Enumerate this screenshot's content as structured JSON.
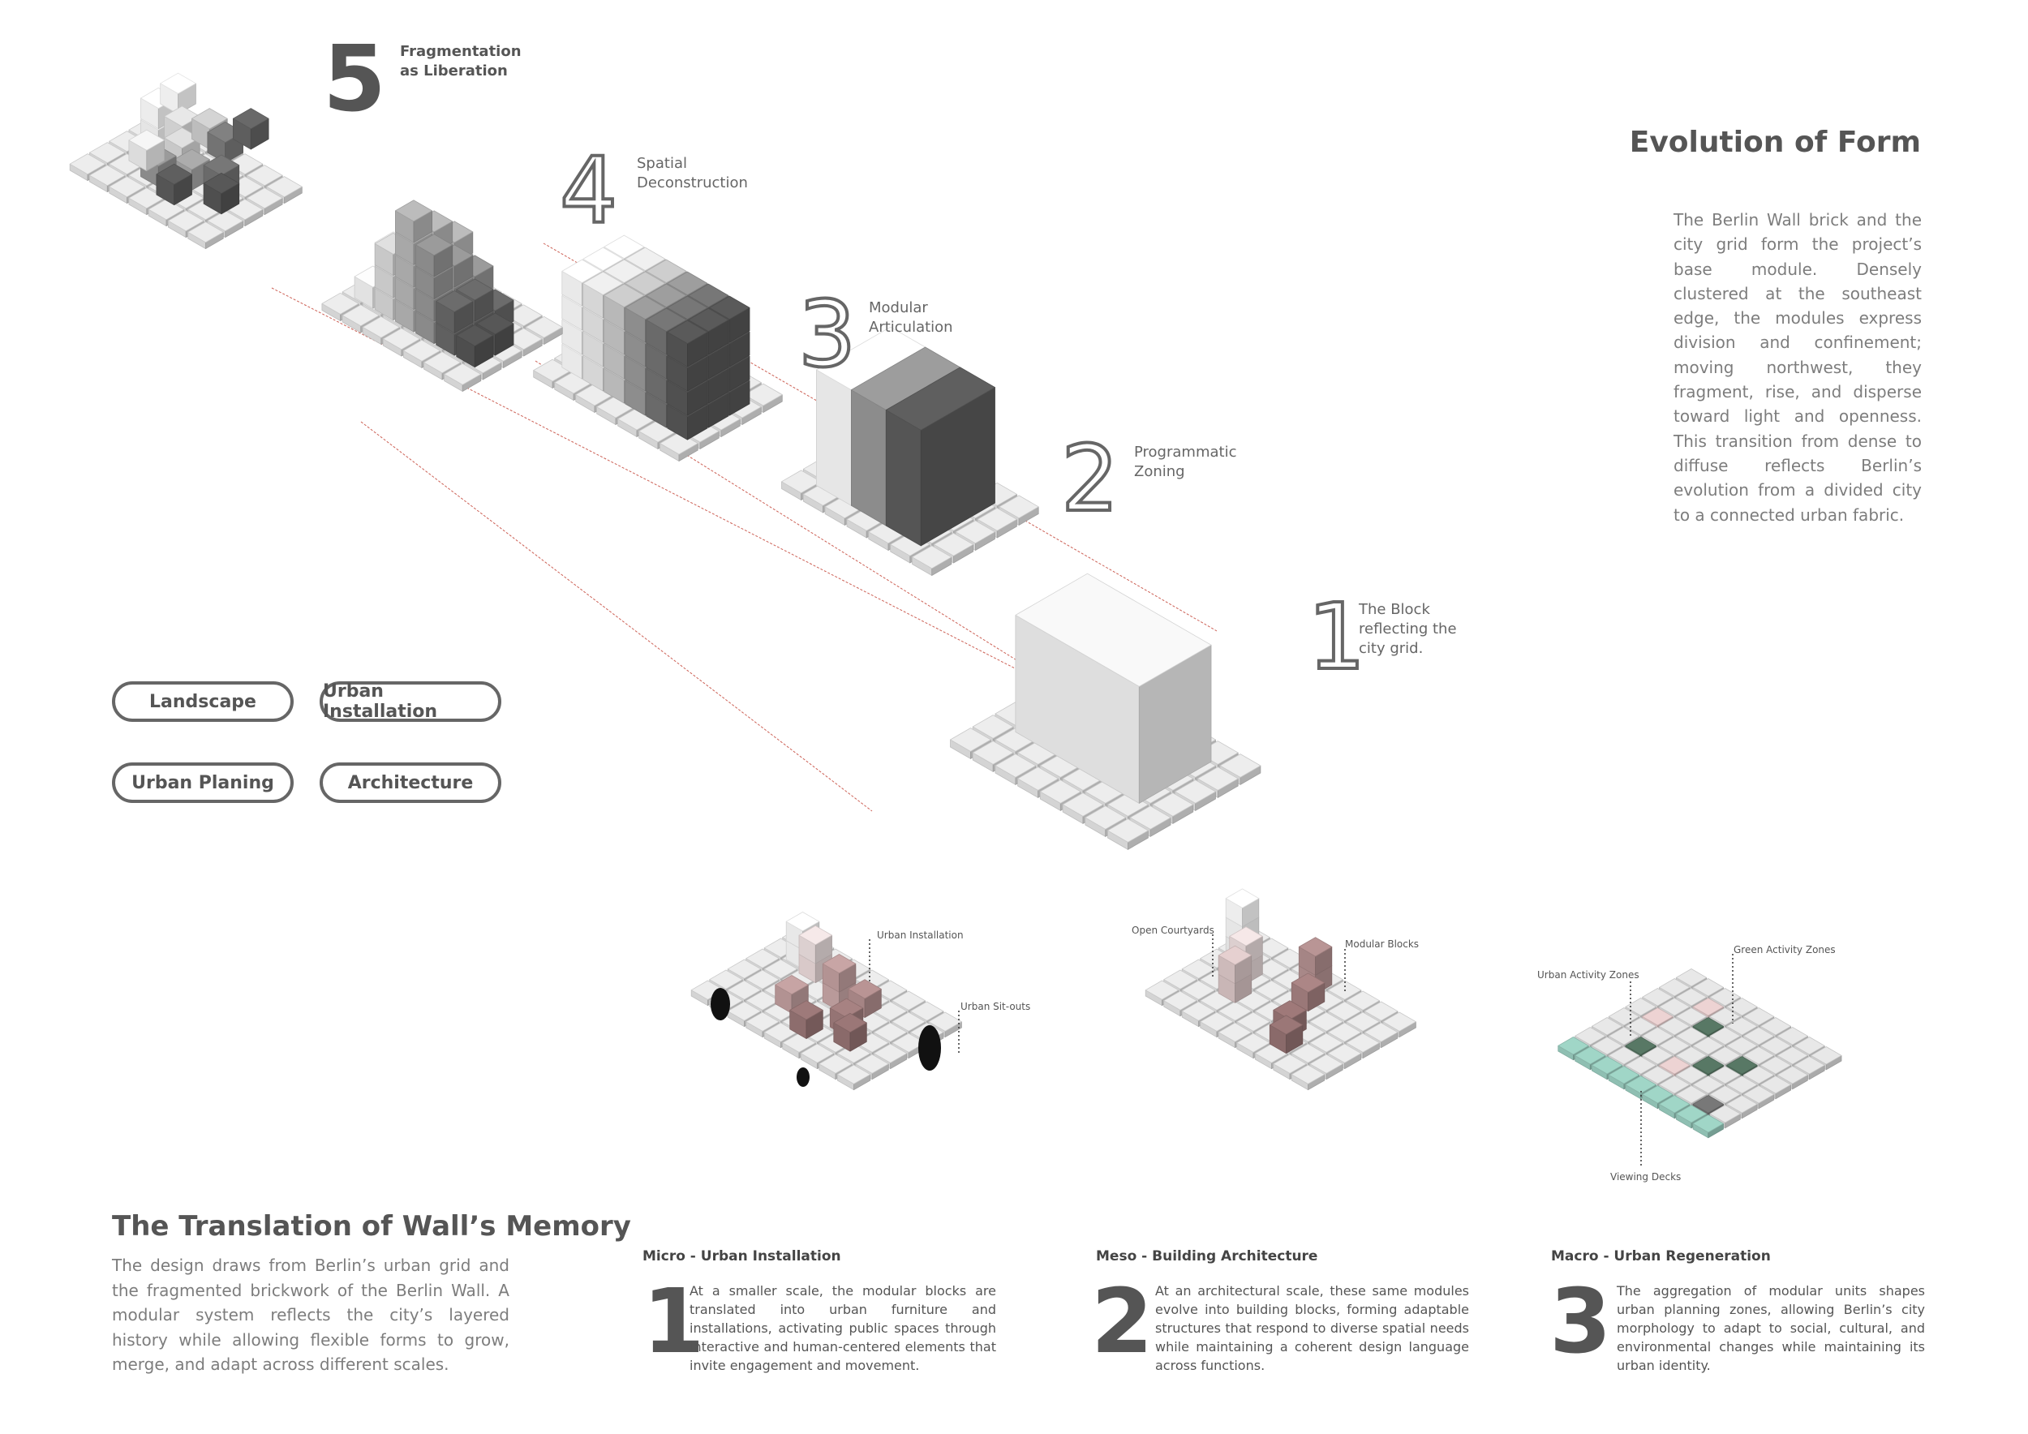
{
  "evolution": {
    "title": "Evolution of Form",
    "description": "The Berlin Wall brick and the city grid form the project’s base module. Densely clustered at the southeast edge, the modules express division and confinement; moving northwest, they fragment, rise, and disperse toward light and openness. This transition from dense to diffuse reflects Berlin’s evolution from a divided city to a connected urban fabric."
  },
  "stages": [
    {
      "number": "5",
      "label": "Fragmentation as Liberation"
    },
    {
      "number": "4",
      "label": "Spatial Deconstruction"
    },
    {
      "number": "3",
      "label": "Modular Articulation"
    },
    {
      "number": "2",
      "label": "Programmatic Zoning"
    },
    {
      "number": "1",
      "label": "The Block reflecting the city grid."
    }
  ],
  "tags": [
    "Landscape",
    "Urban Installation",
    "Urban Planing",
    "Architecture"
  ],
  "translation": {
    "title": "The Translation of Wall’s Memory",
    "description": "The design draws from Berlin’s urban grid and the fragmented brickwork of the Berlin Wall. A modular system reflects the city’s layered history while allowing flexible forms to grow, merge, and adapt across different scales."
  },
  "scales": [
    {
      "number": "1",
      "title": "Micro - Urban Installation",
      "text": "At a smaller scale, the modular blocks are translated into urban furniture and installations, activating public spaces through interactive and human-centered elements that invite engagement and movement.",
      "annotations": [
        "Urban Installation",
        "Urban Sit-outs"
      ]
    },
    {
      "number": "2",
      "title": "Meso - Building Architecture",
      "text": "At an architectural scale, these same modules evolve into building blocks, forming adaptable structures that respond to diverse spatial needs while maintaining a coherent design language across functions.",
      "annotations": [
        "Open Courtyards",
        "Modular Blocks"
      ]
    },
    {
      "number": "3",
      "title": "Macro - Urban Regeneration",
      "text": "The aggregation of modular units shapes urban planning zones, allowing Berlin’s city morphology to adapt to social, cultural, and environmental changes while maintaining its urban identity.",
      "annotations": [
        "Green Activity Zones",
        "Urban Activity Zones",
        "Viewing Decks"
      ]
    }
  ],
  "colors": {
    "text": "#555555",
    "muted": "#7d7d7d",
    "guide": "#c0392b",
    "mauve": "#8a6a6a",
    "green": "#4f6b5a",
    "teal": "#8fbfb2"
  }
}
